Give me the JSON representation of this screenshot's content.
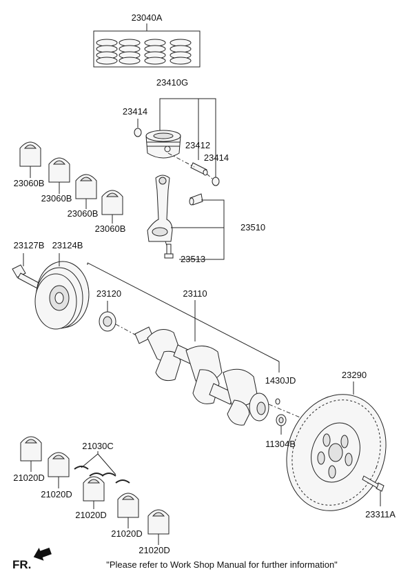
{
  "parts": [
    {
      "id": "p-23040A",
      "code": "23040A"
    },
    {
      "id": "p-23410G",
      "code": "23410G"
    },
    {
      "id": "p-23414a",
      "code": "23414"
    },
    {
      "id": "p-23412",
      "code": "23412"
    },
    {
      "id": "p-23414b",
      "code": "23414"
    },
    {
      "id": "p-23060B-1",
      "code": "23060B"
    },
    {
      "id": "p-23060B-2",
      "code": "23060B"
    },
    {
      "id": "p-23060B-3",
      "code": "23060B"
    },
    {
      "id": "p-23060B-4",
      "code": "23060B"
    },
    {
      "id": "p-23510",
      "code": "23510"
    },
    {
      "id": "p-23513",
      "code": "23513"
    },
    {
      "id": "p-23127B",
      "code": "23127B"
    },
    {
      "id": "p-23124B",
      "code": "23124B"
    },
    {
      "id": "p-23120",
      "code": "23120"
    },
    {
      "id": "p-23110",
      "code": "23110"
    },
    {
      "id": "p-1430JD",
      "code": "1430JD"
    },
    {
      "id": "p-23290",
      "code": "23290"
    },
    {
      "id": "p-11304B",
      "code": "11304B"
    },
    {
      "id": "p-21030C",
      "code": "21030C"
    },
    {
      "id": "p-21020D-1",
      "code": "21020D"
    },
    {
      "id": "p-21020D-2",
      "code": "21020D"
    },
    {
      "id": "p-21020D-3",
      "code": "21020D"
    },
    {
      "id": "p-21020D-4",
      "code": "21020D"
    },
    {
      "id": "p-21020D-5",
      "code": "21020D"
    },
    {
      "id": "p-23311A",
      "code": "23311A"
    }
  ],
  "footer": {
    "direction_label": "FR.",
    "note": "\"Please refer to Work Shop Manual for further information\""
  },
  "colors": {
    "line": "#222222",
    "part_fill": "#f6f6f6",
    "background": "#ffffff"
  }
}
